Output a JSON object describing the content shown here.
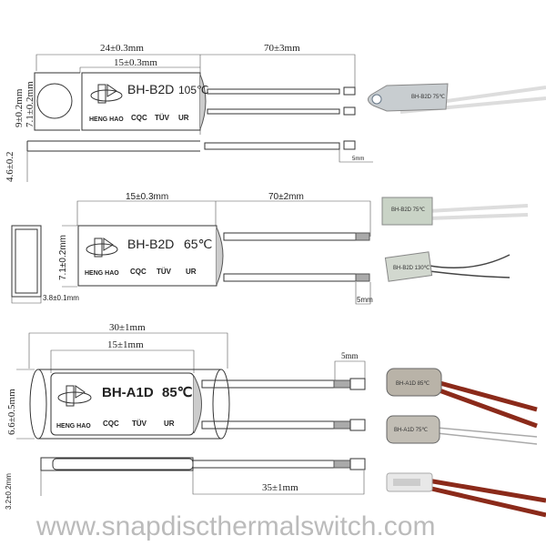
{
  "diagram1": {
    "total_length": "24±0.3mm",
    "body_length": "15±0.3mm",
    "lead_length": "70±3mm",
    "height": "9±0.2mm",
    "body_height": "7.1±0.2mm",
    "thickness": "4.6±0.2",
    "strip": "5mm",
    "model": "BH-B2D",
    "temp": "105℃",
    "brand": "HENG HAO",
    "certs": [
      "CQC",
      "TÜV",
      "UR"
    ]
  },
  "diagram2": {
    "body_length": "15±0.3mm",
    "lead_length": "70±2mm",
    "body_height": "7.1±0.2mm",
    "width": "3.8±0.1mm",
    "strip": "5mm",
    "model": "BH-B2D",
    "temp": "65℃",
    "brand": "HENG HAO",
    "certs": [
      "CQC",
      "TÜV",
      "UR"
    ]
  },
  "diagram3": {
    "total_length": "30±1mm",
    "body_length": "15±1mm",
    "diameter": "6.6±0.5mm",
    "strip": "5mm",
    "lead_length": "35±1mm",
    "thickness": "3.2±0.2mm",
    "model": "BH-A1D",
    "temp": "85℃",
    "brand": "HENG HAO",
    "certs": [
      "CQC",
      "TÜV",
      "UR"
    ]
  },
  "photos": [
    {
      "label": "BH-B2D 75℃"
    },
    {
      "label": "BH-B2D 75℃"
    },
    {
      "label": "BH-B2D 130℃"
    },
    {
      "label": "BH-A1D 85℃"
    },
    {
      "label": "BH-A1D 75℃"
    }
  ],
  "watermark": "www.snapdiscthermalswitch.com"
}
